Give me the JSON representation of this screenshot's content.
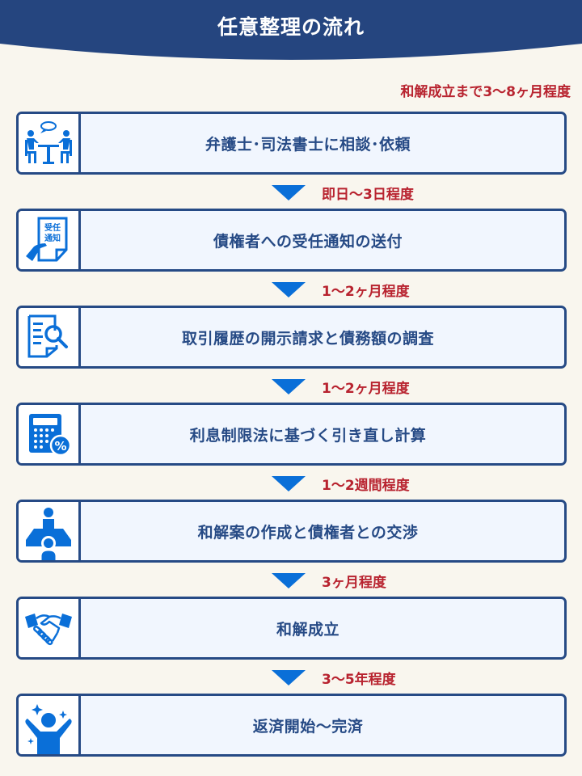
{
  "header": {
    "title": "任意整理の流れ"
  },
  "total_duration": "和解成立まで3〜8ヶ月程度",
  "colors": {
    "header_bg": "#25457f",
    "box_border": "#264a85",
    "box_bg": "#f1f6fe",
    "icon_blue": "#0a6fd8",
    "duration_red": "#b8232f",
    "page_bg": "#f9f6ee"
  },
  "steps": [
    {
      "icon": "consultation-icon",
      "label": "弁護士･司法書士に相談･依頼"
    },
    {
      "icon": "notice-document-icon",
      "label": "債権者への受任通知の送付",
      "icon_text": [
        "受任",
        "通知"
      ]
    },
    {
      "icon": "document-search-icon",
      "label": "取引履歴の開示請求と債務額の調査"
    },
    {
      "icon": "calculator-percent-icon",
      "label": "利息制限法に基づく引き直し計算"
    },
    {
      "icon": "negotiation-icon",
      "label": "和解案の作成と債権者との交渉"
    },
    {
      "icon": "handshake-icon",
      "label": "和解成立"
    },
    {
      "icon": "celebration-person-icon",
      "label": "返済開始〜完済"
    }
  ],
  "durations": [
    "即日〜3日程度",
    "1〜2ヶ月程度",
    "1〜2ヶ月程度",
    "1〜2週間程度",
    "3ヶ月程度",
    "3〜5年程度"
  ]
}
